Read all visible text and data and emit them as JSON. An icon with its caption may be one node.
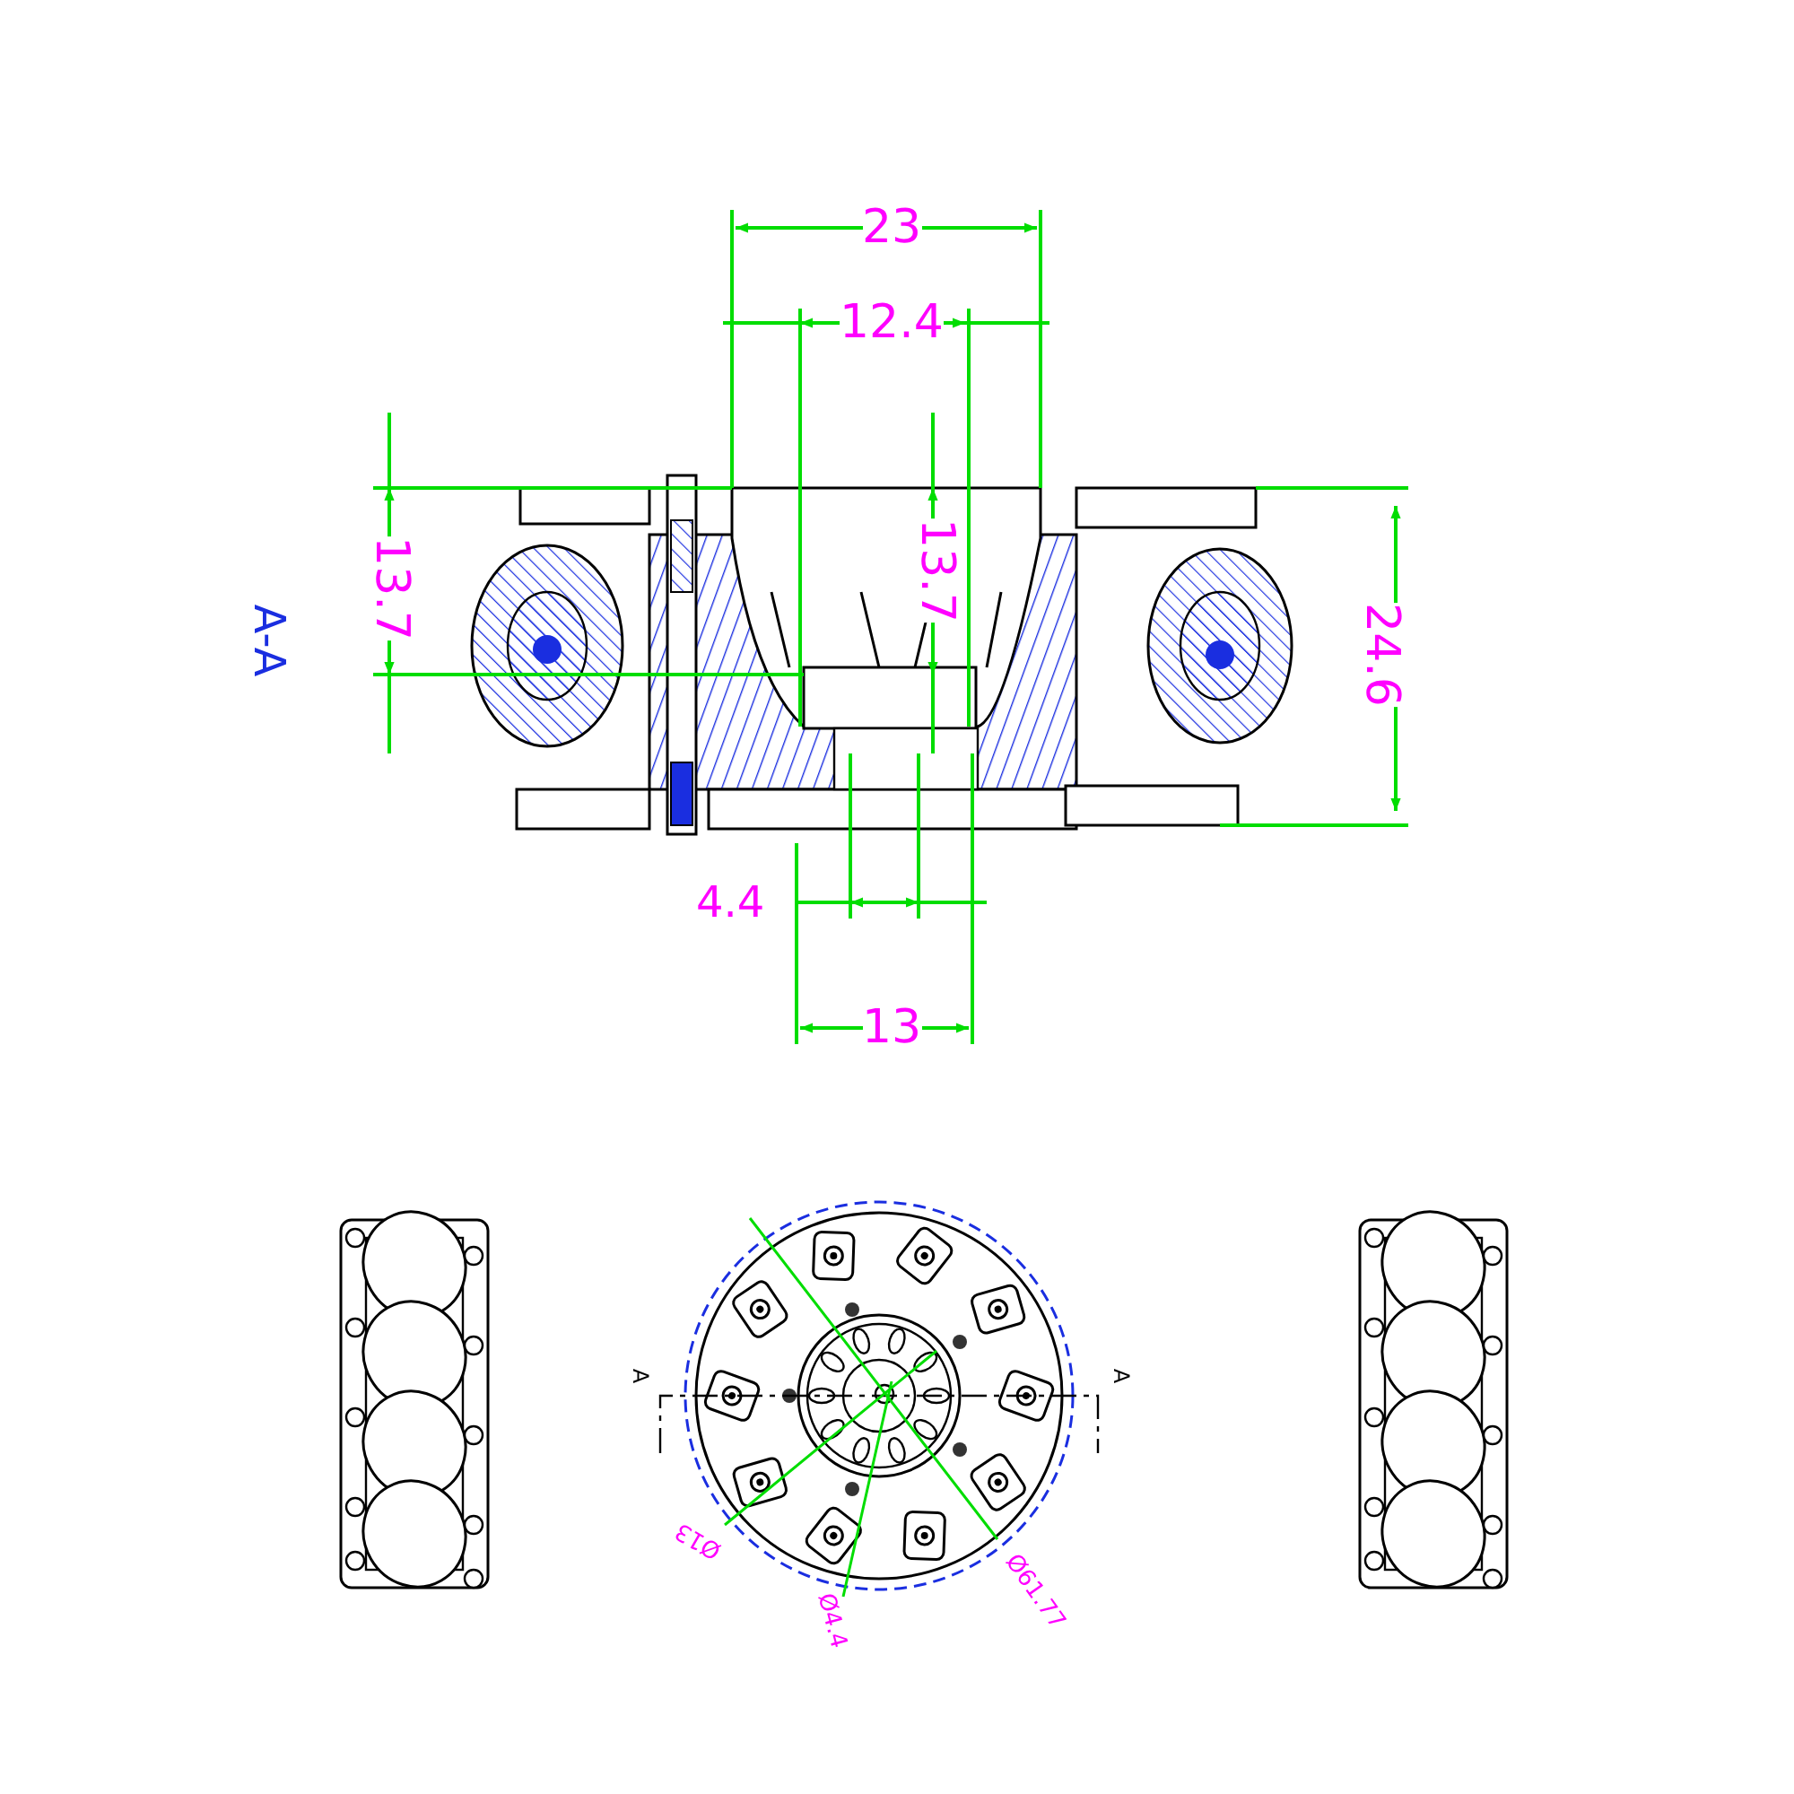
{
  "diagram": {
    "labels": [
      "23",
      "12.4",
      "13.7",
      "A-A",
      "13.7",
      "24.6",
      "4.4",
      "13",
      "A",
      "A",
      "Ø13",
      "Ø4.4",
      "Ø61.77"
    ]
  }
}
